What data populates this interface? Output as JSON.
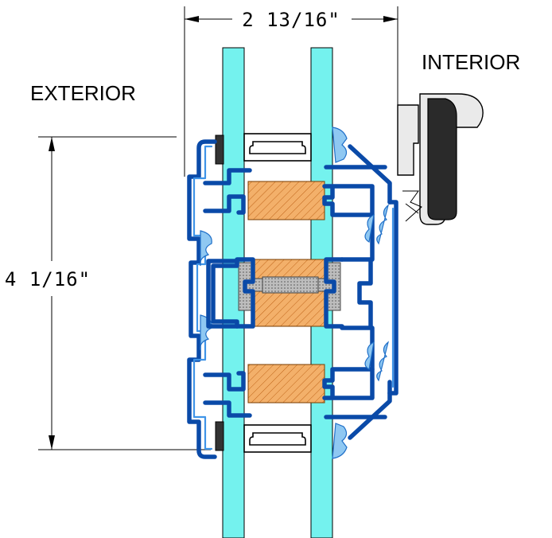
{
  "labels": {
    "exterior": "EXTERIOR",
    "interior": "INTERIOR"
  },
  "dimensions": {
    "width": "2 13/16\"",
    "height": "4 1/16\""
  },
  "colors": {
    "glass": "#74f2ee",
    "aluminum_outline": "#0a4aa8",
    "aluminum_highlight": "#3f94e8",
    "thermal_break": "#f3b06a",
    "seal": "#8fc8f2"
  }
}
